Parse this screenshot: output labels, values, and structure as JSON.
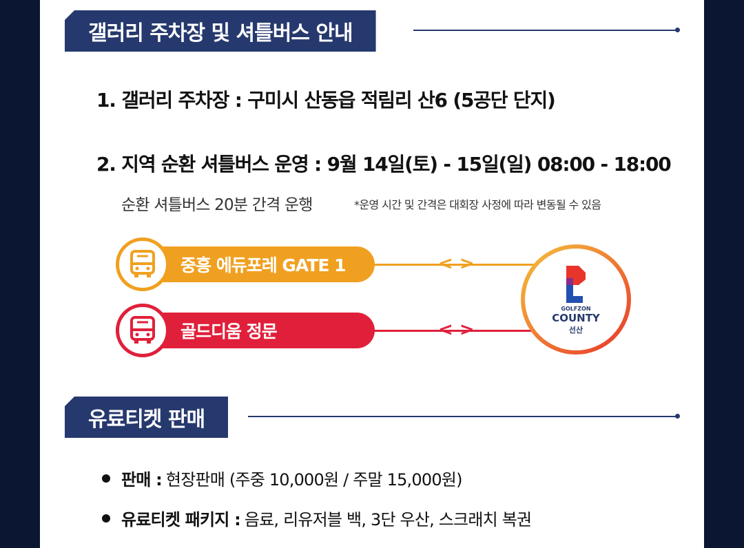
{
  "section1": {
    "title": "갤러리 주차장 및 셔틀버스 안내"
  },
  "parking": {
    "text": "1. 갤러리 주차장 : 구미시 산동읍 적림리 산6 (5공단 단지)"
  },
  "shuttle": {
    "text": "2. 지역 순환 셔틀버스 운영 : 9월 14일(토) - 15일(일)  08:00 - 18:00",
    "interval": "순환 셔틀버스 20분 간격 운행",
    "note": "*운영 시간 및 간격은 대회장 사정에 따라 변동될 수 있음"
  },
  "routes": [
    {
      "label": "중흥 에듀포레 GATE 1",
      "color": "#f0a020",
      "icon": "bus-icon"
    },
    {
      "label": "골드디움 정문",
      "color": "#e0203a",
      "icon": "bus-icon"
    }
  ],
  "arrow": "<  >",
  "logo": {
    "brand": "GOLFZON",
    "name": "COUNTY",
    "place": "선산"
  },
  "section2": {
    "title": "유료티켓 판매"
  },
  "tickets": [
    {
      "label": "판매 :",
      "value": "현장판매 (주중 10,000원 / 주말 15,000원)"
    },
    {
      "label": "유료티켓 패키지 :",
      "value": "음료, 리유저블 백, 3단 우산, 스크래치 복권"
    }
  ],
  "colors": {
    "navy": "#26396e",
    "orange": "#f0a020",
    "red": "#e0203a",
    "background": "#0b1633"
  }
}
